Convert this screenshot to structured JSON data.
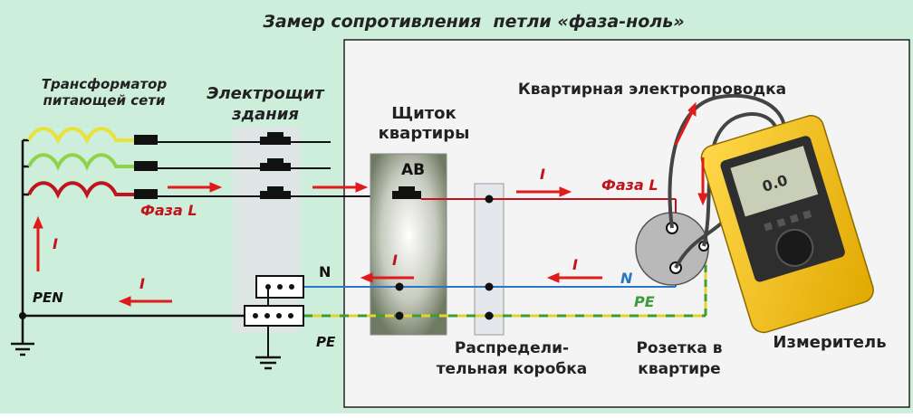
{
  "title": "Замер сопротивления  петли «фаза-ноль»",
  "labels": {
    "transformer": [
      "Трансформатор",
      "питающей сети"
    ],
    "building_panel": [
      "Электрощит",
      "здания"
    ],
    "apartment_panel": [
      "Щиток",
      "квартиры"
    ],
    "breaker": "АВ",
    "wiring": "Квартирная электропроводка",
    "phase_left": "Фаза L",
    "phase_right": "Фаза L",
    "pen": "PEN",
    "n_left": "N",
    "n_right": "N",
    "pe_left": "PE",
    "pe_right": "PE",
    "current": "I",
    "junction_box": [
      "Распредели-",
      "тельная коробка"
    ],
    "socket": [
      "Розетка в",
      "квартире"
    ],
    "meter": "Измеритель",
    "meter_display": "0.0"
  },
  "colors": {
    "background": "#cdeeda",
    "room": "#f4f4f4",
    "phase": "#c0141c",
    "neutral": "#2a76c6",
    "pe_yellow": "#e6d42a",
    "pe_green": "#3b9c3a",
    "coil_yellow": "#e9e23a",
    "coil_green": "#8fd24c",
    "coil_red": "#c0141c",
    "arrow": "#e01b1b",
    "meter_body": "#f2c200"
  }
}
